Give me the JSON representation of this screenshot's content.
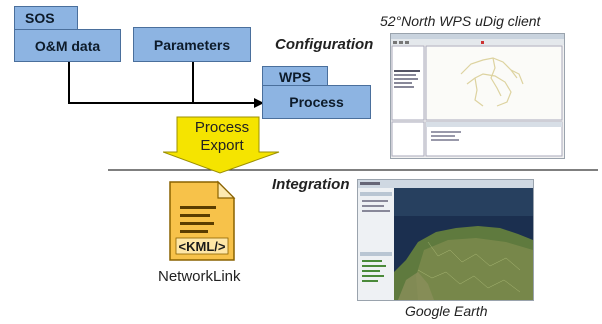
{
  "boxes": {
    "sos": "SOS",
    "om_data": "O&M data",
    "parameters": "Parameters",
    "wps": "WPS",
    "process": "Process"
  },
  "arrow": {
    "line1": "Process",
    "line2": "Export"
  },
  "headings": {
    "configuration": "Configuration",
    "integration": "Integration",
    "udig_client": "52°North  WPS  uDig client"
  },
  "kml": {
    "tag": "<KML/>",
    "caption": "NetworkLink"
  },
  "captions": {
    "google_earth": "Google Earth"
  },
  "colors": {
    "box_fill": "#8db4e2",
    "box_border": "#4a6f9c",
    "arrow_fill": "#f5e400",
    "kml_fill": "#f7c24a"
  }
}
